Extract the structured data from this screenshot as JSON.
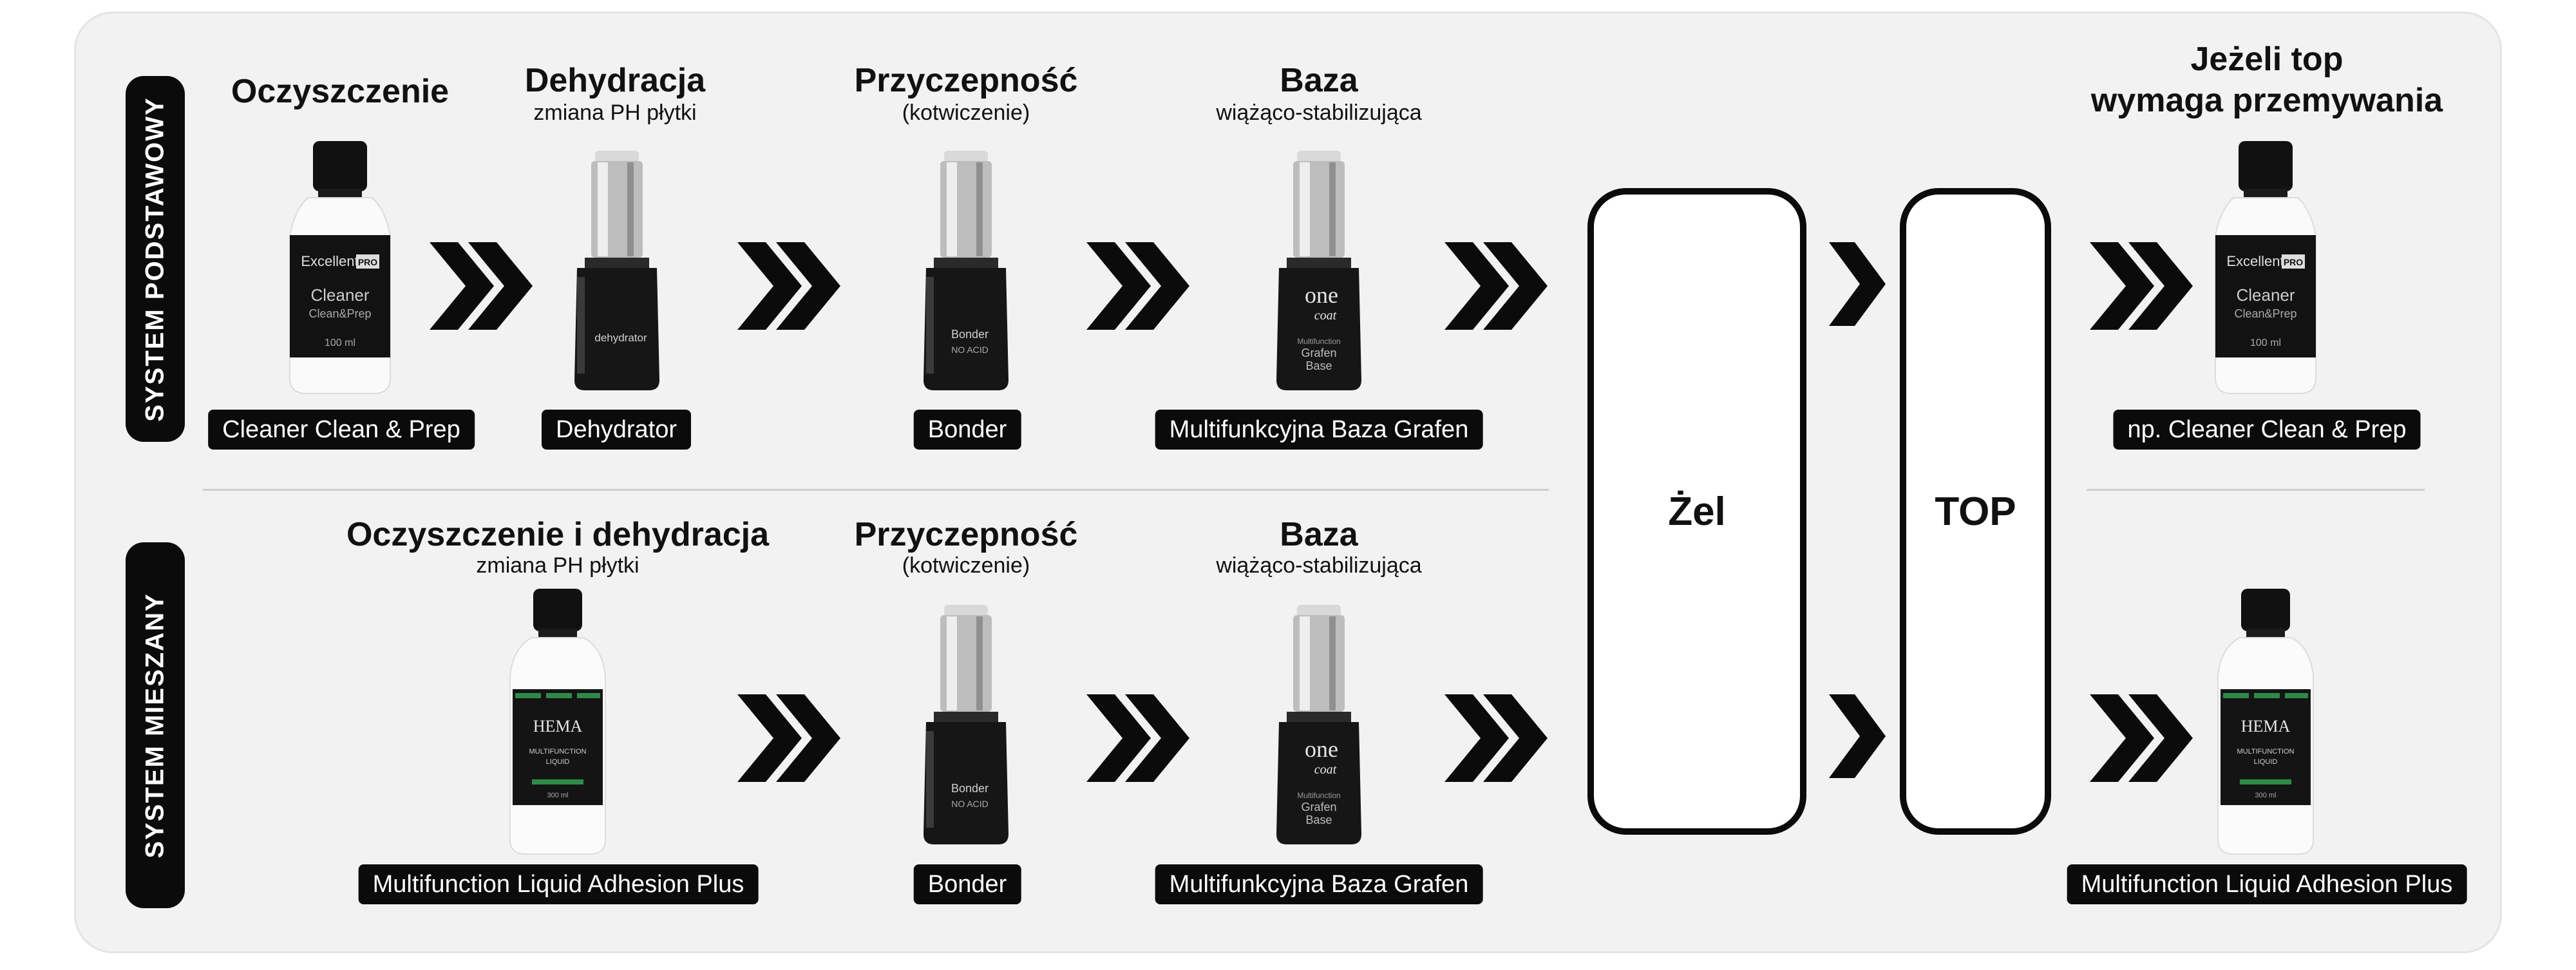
{
  "labels": {
    "top_system": "SYSTEM PODSTAWOWY",
    "bottom_system": "SYSTEM MIESZANY"
  },
  "top_row": {
    "step1": {
      "title": "Oczyszczenie",
      "product_label": "Cleaner Clean & Prep",
      "bottle_brand": "Excellent",
      "bottle_badge": "PRO",
      "bottle_name": "Cleaner",
      "bottle_sub": "Clean&Prep",
      "bottle_volume": "100 ml"
    },
    "step2": {
      "title": "Dehydracja",
      "subtitle": "zmiana PH płytki",
      "product_label": "Dehydrator",
      "bottle_text": "dehydrator"
    },
    "step3": {
      "title": "Przyczepność",
      "subtitle": "(kotwiczenie)",
      "product_label": "Bonder",
      "bottle_text": "Bonder",
      "bottle_sub": "NO ACID"
    },
    "step4": {
      "title": "Baza",
      "subtitle": "wiążąco-stabilizująca",
      "product_label": "Multifunkcyjna Baza Grafen",
      "bottle_logo": "one",
      "bottle_logo2": "coat",
      "bottle_line1": "Multifunction",
      "bottle_line2": "Grafen",
      "bottle_line3": "Base"
    },
    "step_final": {
      "title_line1": "Jeżeli top",
      "title_line2": "wymaga przemywania",
      "product_label": "np. Cleaner Clean & Prep",
      "bottle_brand": "Excellent",
      "bottle_badge": "PRO",
      "bottle_name": "Cleaner",
      "bottle_sub": "Clean&Prep",
      "bottle_volume": "100 ml"
    }
  },
  "bottom_row": {
    "step1": {
      "title": "Oczyszczenie i dehydracja",
      "subtitle": "zmiana PH płytki",
      "product_label": "Multifunction Liquid Adhesion Plus",
      "bottle_logo": "HEMA",
      "bottle_line1": "MULTIFUNCTION",
      "bottle_line2": "LIQUID",
      "bottle_volume": "300 ml"
    },
    "step2": {
      "title": "Przyczepność",
      "subtitle": "(kotwiczenie)",
      "product_label": "Bonder",
      "bottle_text": "Bonder",
      "bottle_sub": "NO ACID"
    },
    "step3": {
      "title": "Baza",
      "subtitle": "wiążąco-stabilizująca",
      "product_label": "Multifunkcyjna Baza Grafen",
      "bottle_logo": "one",
      "bottle_logo2": "coat",
      "bottle_line1": "Multifunction",
      "bottle_line2": "Grafen",
      "bottle_line3": "Base"
    },
    "step_final": {
      "product_label": "Multifunction Liquid Adhesion Plus",
      "bottle_logo": "HEMA",
      "bottle_line1": "MULTIFUNCTION",
      "bottle_line2": "LIQUID",
      "bottle_volume": "300 ml"
    }
  },
  "stages": {
    "gel": "Żel",
    "top": "TOP"
  },
  "colors": {
    "panel": "#f2f2f3",
    "ink": "#0b0b0b",
    "divider": "#cfcfd2",
    "label_green": "#2f8a4a"
  },
  "icons": {
    "double_arrow": "double-chevron-right-icon",
    "single_arrow": "chevron-right-icon"
  }
}
